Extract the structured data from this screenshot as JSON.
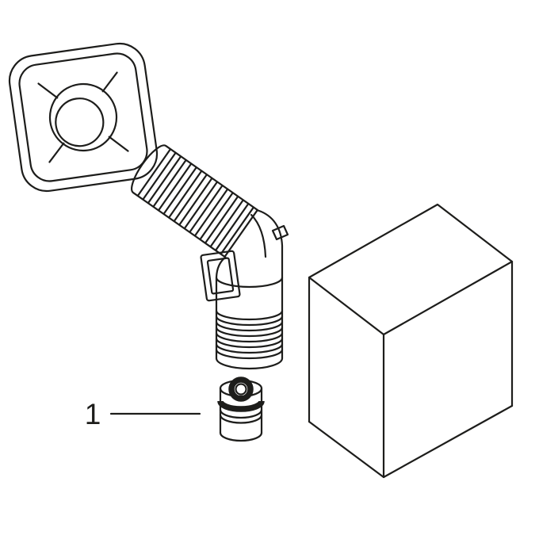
{
  "canvas": {
    "background_color": "#ffffff",
    "line_color": "#1d1d1b"
  },
  "figure": {
    "parts": [
      "square-escutcheon-plate",
      "angled-hose-connector-elbow",
      "retaining-clip",
      "mounting-cube-housing",
      "sealing-insert"
    ],
    "callouts": [
      {
        "label": "1"
      }
    ]
  }
}
